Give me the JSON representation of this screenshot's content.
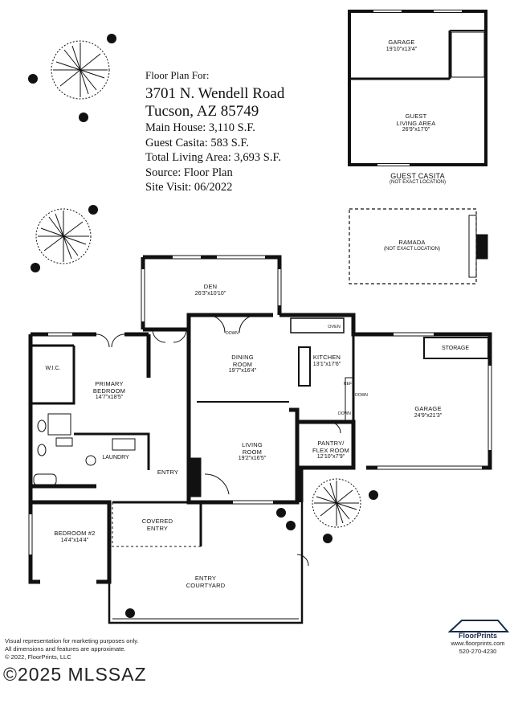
{
  "header": {
    "title": "Floor Plan For:",
    "address_line1": "3701 N. Wendell Road",
    "address_line2": "Tucson, AZ 85749",
    "main_house": "Main House:  3,110 S.F.",
    "guest_casita": "Guest Casita:  583 S.F.",
    "total_living": "Total Living Area:  3,693 S.F.",
    "source": "Source:  Floor Plan",
    "site_visit": "Site Visit:  06/2022"
  },
  "rooms": {
    "casita_garage": {
      "name": "GARAGE",
      "dims": "19'10\"x13'4\""
    },
    "guest_living": {
      "name1": "GUEST",
      "name2": "LIVING AREA",
      "dims": "26'9\"x17'0\""
    },
    "guest_casita": {
      "name": "GUEST CASITA",
      "note": "(NOT EXACT LOCATION)"
    },
    "ramada": {
      "name": "RAMADA",
      "note": "(NOT EXACT LOCATION)"
    },
    "den": {
      "name": "DEN",
      "dims": "26'3\"x10'10\""
    },
    "dining": {
      "name1": "DINING",
      "name2": "ROOM",
      "dims": "19'7\"x16'4\""
    },
    "kitchen": {
      "name": "KITCHEN",
      "dims": "13'1\"x17'6\""
    },
    "oven": "OVEN",
    "storage": "STORAGE",
    "garage": {
      "name": "GARAGE",
      "dims": "24'9\"x21'3\""
    },
    "primary": {
      "name1": "PRIMARY",
      "name2": "BEDROOM",
      "dims": "14'7\"x18'5\""
    },
    "wic": "W.I.C.",
    "laundry": "LAUNDRY",
    "living": {
      "name1": "LIVING",
      "name2": "ROOM",
      "dims": "19'2\"x16'5\""
    },
    "pantry": {
      "name1": "PANTRY/",
      "name2": "FLEX ROOM",
      "dims": "12'10\"x7'9\""
    },
    "entry": "ENTRY",
    "covered_entry": {
      "name1": "COVERED",
      "name2": "ENTRY"
    },
    "bedroom2": {
      "name": "BEDROOM #2",
      "dims": "14'4\"x14'4\""
    },
    "courtyard": {
      "name1": "ENTRY",
      "name2": "COURTYARD"
    },
    "down1": "DOWN",
    "down2": "DOWN",
    "down3": "DOWN",
    "refrig": "REF"
  },
  "footer": {
    "line1": "Visual representation for marketing purposes only.",
    "line2": "All dimensions and features are approximate.",
    "line3": "© 2022, FloorPrints, LLC"
  },
  "watermark": "©2025 MLSSAZ",
  "logo": {
    "brand": "FloorPrints",
    "url": "www.floorprints.com",
    "phone": "520-270-4230"
  },
  "colors": {
    "wall": "#111111",
    "background": "#ffffff"
  }
}
